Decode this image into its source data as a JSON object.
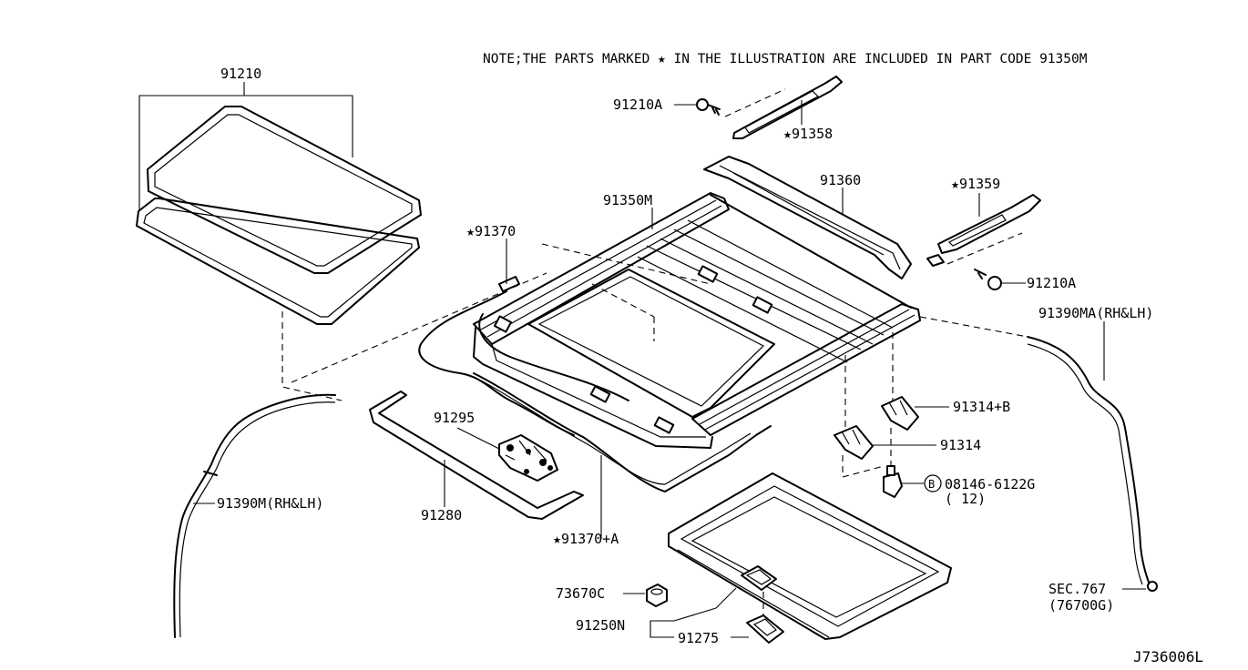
{
  "note": "NOTE;THE PARTS MARKED ★ IN THE ILLUSTRATION ARE INCLUDED IN PART CODE 91350M",
  "diagram_id": "J736006L",
  "labels": {
    "p91210": "91210",
    "p91210A_top": "91210A",
    "p91358": "★91358",
    "p91360": "91360",
    "p91359": "★91359",
    "p91210A_right": "91210A",
    "p91350M": "91350M",
    "p91370": "★91370",
    "p91390MA": "91390MA(RH&LH)",
    "p91314B": "91314+B",
    "p91314": "91314",
    "p08146": "08146-6122G",
    "p08146_qty": "( 12)",
    "bolt_marker": "B",
    "p91295": "91295",
    "p91280": "91280",
    "p91390M": "91390M(RH&LH)",
    "p91370A": "★91370+A",
    "p73670C": "73670C",
    "p91250N": "91250N",
    "p91275": "91275",
    "sec767": "SEC.767",
    "sec767_ref": "(76700G)"
  }
}
